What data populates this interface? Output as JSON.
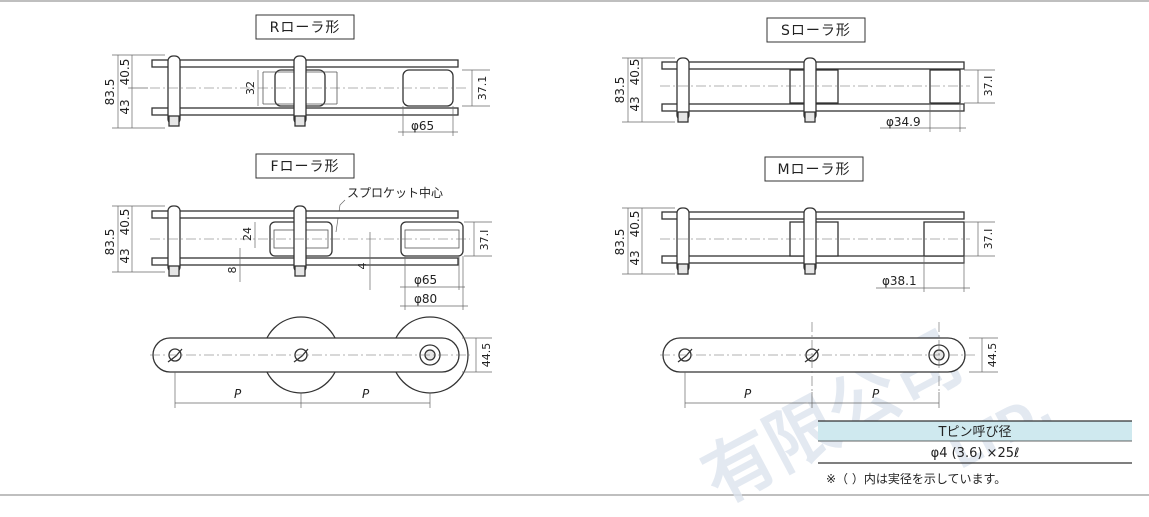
{
  "titles": {
    "r": "Rローラ形",
    "s": "Sローラ形",
    "f": "Fローラ形",
    "m": "Mローラ形"
  },
  "dims": {
    "total": "83.5",
    "upper": "40.5",
    "lower": "43",
    "r_inner": "32",
    "link_height": "37.1",
    "link_height_alt": "37.I",
    "r_phi": "φ65",
    "s_phi": "φ34.9",
    "m_phi": "φ38.1",
    "f_phi1": "φ65",
    "f_phi2": "φ80",
    "f_24": "24",
    "f_8": "8",
    "f_4": "4",
    "plate_width": "44.5",
    "pitch": "P"
  },
  "annotations": {
    "sprocket_center": "スプロケット中心"
  },
  "pin_table": {
    "header": "Tピン呼び径",
    "value": "φ4 (3.6) ×25ℓ",
    "note": "※（ ）内は実径を示しています。"
  },
  "colors": {
    "table_header_bg": "#cfe9ef",
    "watermark": "#dde4ee"
  }
}
